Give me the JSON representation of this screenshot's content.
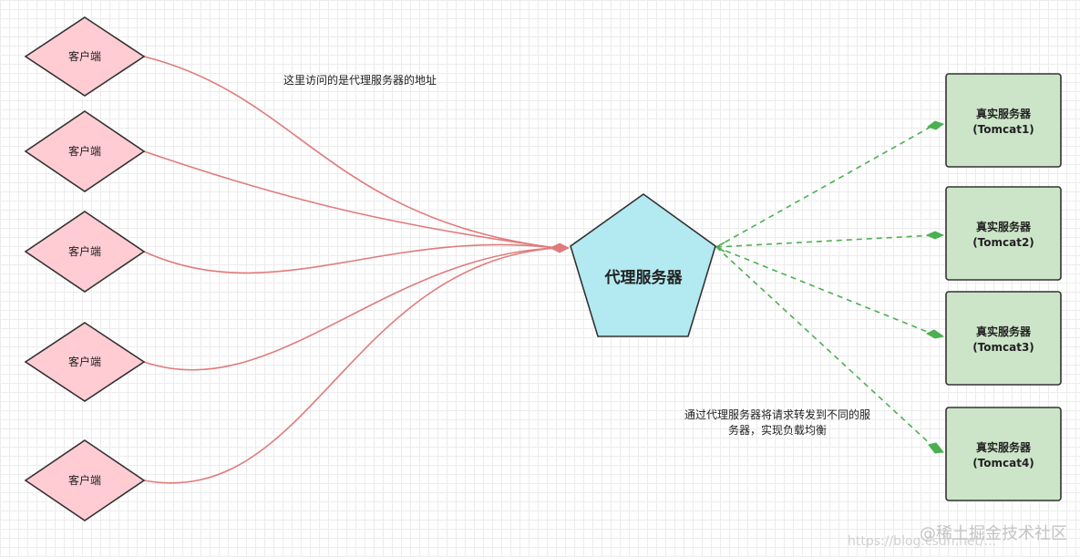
{
  "proxy": {
    "label": "代理服务器",
    "fill": "#b3e9f0",
    "stroke": "#333333"
  },
  "clients": [
    {
      "label": "客户端"
    },
    {
      "label": "客户端"
    },
    {
      "label": "客户端"
    },
    {
      "label": "客户端"
    },
    {
      "label": "客户端"
    }
  ],
  "client_style": {
    "fill": "#ffccd3",
    "stroke": "#333333"
  },
  "servers": [
    {
      "title": "真实服务器",
      "subtitle": "(Tomcat1)"
    },
    {
      "title": "真实服务器",
      "subtitle": "(Tomcat2)"
    },
    {
      "title": "真实服务器",
      "subtitle": "(Tomcat3)"
    },
    {
      "title": "真实服务器",
      "subtitle": "(Tomcat4)"
    }
  ],
  "server_style": {
    "fill": "#cce5c8",
    "stroke": "#333333"
  },
  "edges": {
    "client_to_proxy_color": "#e07b7b",
    "proxy_to_server_color": "#4caf50"
  },
  "notes": {
    "top": "这里访问的是代理服务器的地址",
    "bottom_line1": "通过代理服务器将请求转发到不同的服",
    "bottom_line2": "务器，实现负载均衡"
  },
  "watermark": {
    "main": "@稀土掘金技术社区",
    "faint": "https://blog.csdn.net/..."
  }
}
